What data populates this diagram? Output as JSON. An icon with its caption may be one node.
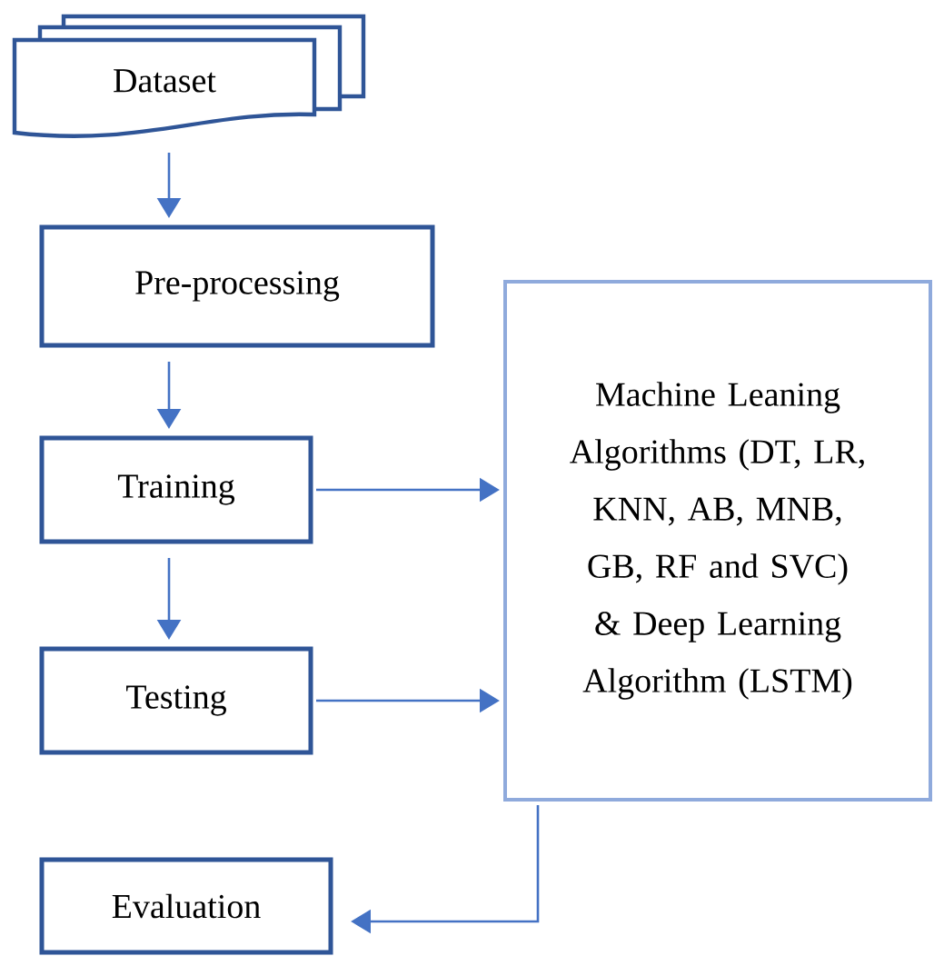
{
  "diagram": {
    "nodes": [
      {
        "text": [
          "Dataset"
        ]
      },
      {
        "text": [
          "Pre-processing"
        ]
      },
      {
        "text": [
          "Training"
        ]
      },
      {
        "text": [
          "Testing"
        ]
      },
      {
        "text": [
          "Machine Leaning Algorithms (DT, LR, KNN, AB, MNB, GB, RF and SVC) & Deep Learning Algorithm (LSTM)"
        ]
      },
      {
        "text": [
          "Evaluation"
        ]
      }
    ],
    "edges": [
      {
        "from": 0,
        "to": 1,
        "arrow": "to"
      },
      {
        "from": 1,
        "to": 2,
        "arrow": "to"
      },
      {
        "from": 2,
        "to": 3,
        "arrow": "to"
      },
      {
        "from": 2,
        "to": 4,
        "arrow": "to"
      },
      {
        "from": 3,
        "to": 4,
        "arrow": "to"
      },
      {
        "from": 4,
        "to": 5,
        "arrow": "to"
      }
    ]
  }
}
